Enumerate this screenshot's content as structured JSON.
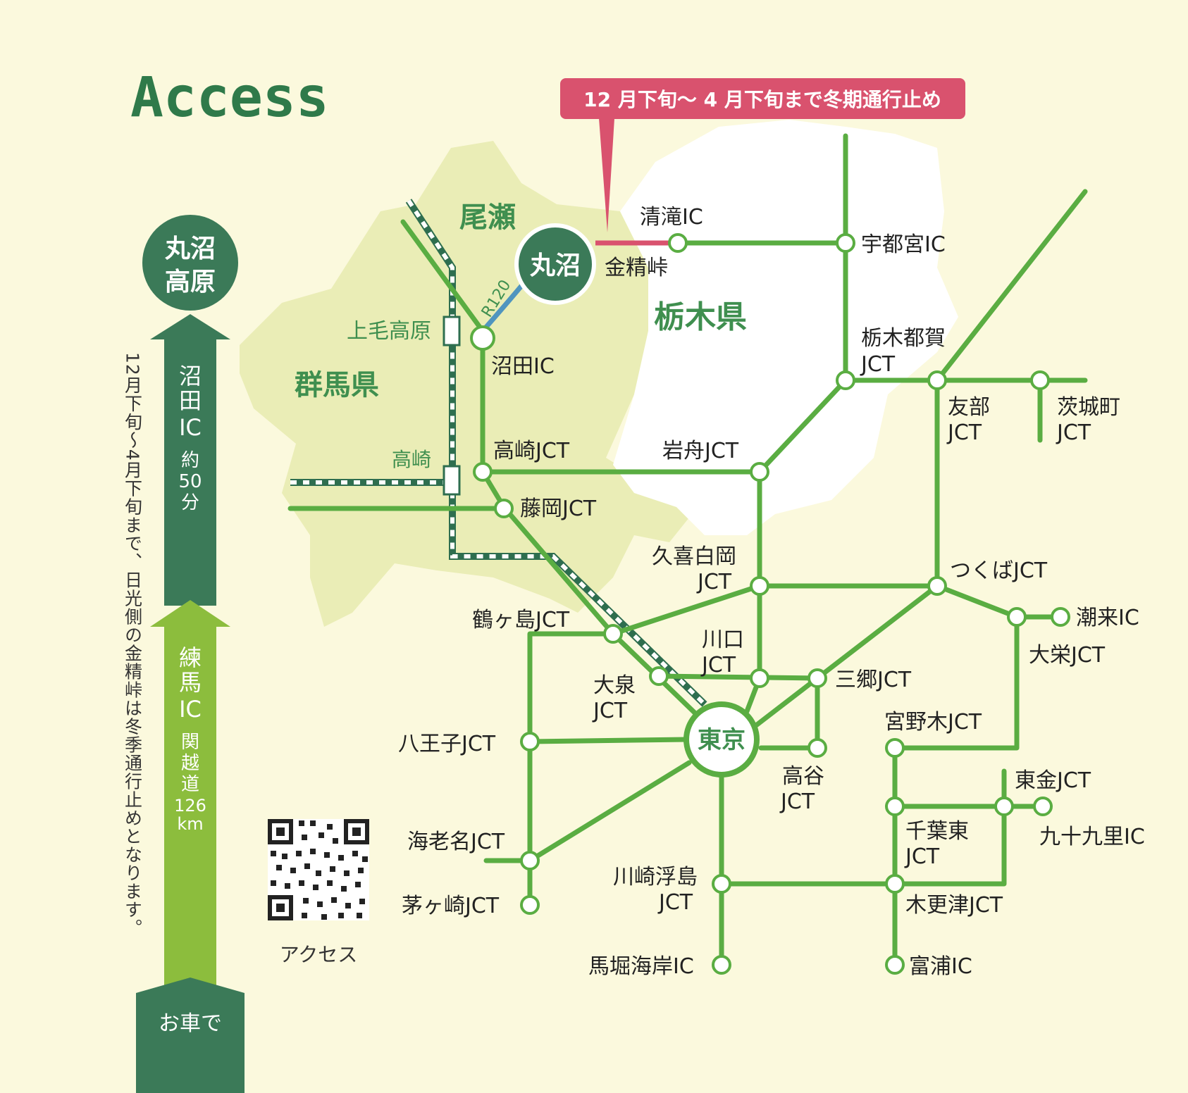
{
  "title": "Access",
  "winter_notice": "12 月下旬〜 4 月下旬まで冬期通行止め",
  "vertical_note": "12月下旬〜4月下旬まで、日光側の金精峠は冬季通行止めとなります。",
  "qr_label": "アクセス",
  "destination_badge": [
    "丸沼",
    "高原"
  ],
  "start_label": "お車で",
  "segment_upper": {
    "lines": [
      "沼",
      "田",
      "IC"
    ],
    "detail": [
      "約",
      "50",
      "分"
    ]
  },
  "segment_lower": {
    "lines": [
      "練",
      "馬",
      "IC"
    ],
    "detail": [
      "関",
      "越",
      "道",
      "126",
      "km"
    ]
  },
  "regions": {
    "oze": "尾瀬",
    "gunma": "群馬県",
    "tochigi": "栃木県"
  },
  "route_label": "R120",
  "centers": {
    "marunuma": "丸沼",
    "tokyo": "東京"
  },
  "places": {
    "kiyotaki": "清滝IC",
    "konsei": "金精峠",
    "utsunomiya": "宇都宮IC",
    "jomokogen": "上毛高原",
    "numata": "沼田IC",
    "takasaki_sta": "高崎",
    "takasaki_jct": "高崎JCT",
    "iwafune_jct": "岩舟JCT",
    "tochigitsuga": [
      "栃木都賀",
      "JCT"
    ],
    "tomobe": [
      "友部",
      "JCT"
    ],
    "ibarakimachi": [
      "茨城町",
      "JCT"
    ],
    "fujioka_jct": "藤岡JCT",
    "kukishiraoka": [
      "久喜白岡",
      "JCT"
    ],
    "tsukuba_jct": "つくばJCT",
    "tsurugashima_jct": "鶴ヶ島JCT",
    "itako_ic": "潮来IC",
    "taiei_jct": "大栄JCT",
    "kawaguchi": [
      "川口",
      "JCT"
    ],
    "misato_jct": "三郷JCT",
    "oizumi": [
      "大泉",
      "JCT"
    ],
    "hachioji_jct": "八王子JCT",
    "miyanogi_jct": "宮野木JCT",
    "takaya": [
      "高谷",
      "JCT"
    ],
    "higashikane_jct": "東金JCT",
    "kujukuri_ic": "九十九里IC",
    "chibahigashi": [
      "千葉東",
      "JCT"
    ],
    "ebina_jct": "海老名JCT",
    "kawasakiukishima": [
      "川崎浮島",
      "JCT"
    ],
    "kisarazu_jct": "木更津JCT",
    "chigasaki_jct": "茅ヶ崎JCT",
    "umahori_ic": "馬堀海岸IC",
    "futtsu_ic": "富浦IC"
  },
  "colors": {
    "background": "#fbf9dd",
    "road": "#5aad42",
    "dark_green": "#3b7a58",
    "light_green": "#8cbd3d",
    "notice": "#d9526e",
    "route_r120": "#4f95bf",
    "gunma_fill": "#eaedb6",
    "tochigi_fill": "#ffffff"
  }
}
